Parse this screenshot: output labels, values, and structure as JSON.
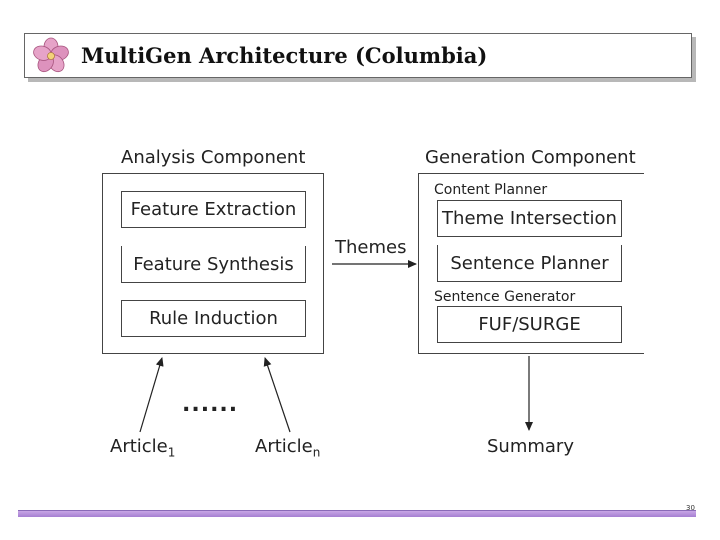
{
  "slide": {
    "title": "MultiGen Architecture (Columbia)",
    "page_number": "30"
  },
  "analysis": {
    "title": "Analysis Component",
    "modules": [
      "Feature Extraction",
      "Feature Synthesis",
      "Rule Induction"
    ]
  },
  "generation": {
    "title": "Generation Component",
    "content_planner_label": "Content Planner",
    "content_planner_modules": [
      "Theme Intersection",
      "Sentence Planner"
    ],
    "sentence_generator_label": "Sentence Generator",
    "sentence_generator_module": "FUF/SURGE"
  },
  "flow": {
    "themes_label": "Themes",
    "ellipsis": "......",
    "summary_label": "Summary",
    "article_first": "Article",
    "article_first_sub": "1",
    "article_last": "Article",
    "article_last_sub": "n"
  },
  "colors": {
    "footer_bar": "#b08adb",
    "title_shadow": "#b8b8b8",
    "logo_petal": "#d98fb8"
  }
}
